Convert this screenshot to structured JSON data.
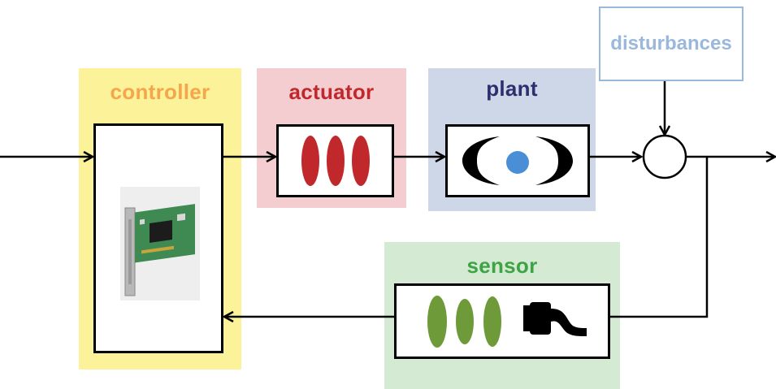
{
  "diagram": {
    "controller": {
      "label": "controller",
      "color": "#f5a54a",
      "panel_color": "#fbf29a",
      "image_icon": "circuit-board-icon"
    },
    "actuator": {
      "label": "actuator",
      "color": "#c0282c",
      "panel_color": "#f3cdd0",
      "icon": "red-ellipses-icon",
      "icon_color": "#c0282c"
    },
    "plant": {
      "label": "plant",
      "color": "#2b2f6e",
      "panel_color": "#ced7e8",
      "icon": "eye-icon",
      "dot_color": "#4a8fd6"
    },
    "disturbances": {
      "label": "disturbances",
      "color": "#9ab8da",
      "border_color": "#9ab8da"
    },
    "sensor": {
      "label": "sensor",
      "color": "#3da344",
      "panel_color": "#d4ead2",
      "icon": "green-ellipses-icon",
      "icon_color": "#6e9a3a",
      "probe_icon": "probe-plug-icon"
    },
    "summing_junction": {
      "icon": "summing-junction-icon"
    }
  }
}
